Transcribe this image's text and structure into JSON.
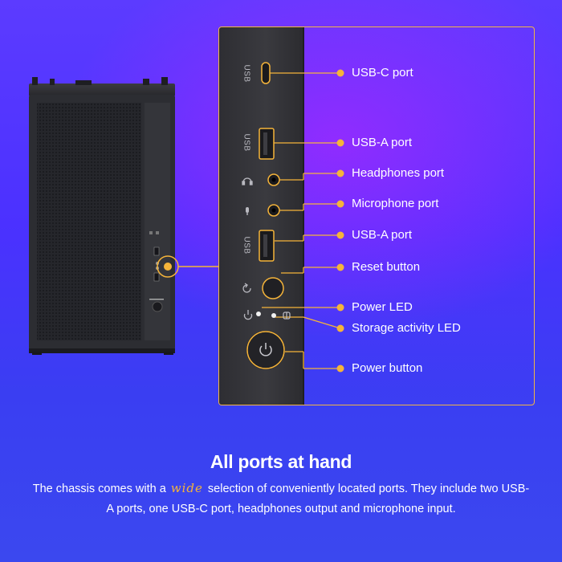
{
  "callouts": [
    {
      "id": "usb-c",
      "label": "USB-C port"
    },
    {
      "id": "usb-a-1",
      "label": "USB-A port"
    },
    {
      "id": "headphones",
      "label": "Headphones port"
    },
    {
      "id": "microphone",
      "label": "Microphone port"
    },
    {
      "id": "usb-a-2",
      "label": "USB-A port"
    },
    {
      "id": "reset",
      "label": "Reset button"
    },
    {
      "id": "power-led",
      "label": "Power LED"
    },
    {
      "id": "storage-led",
      "label": "Storage activity LED"
    },
    {
      "id": "power",
      "label": "Power button"
    }
  ],
  "panel_text": {
    "usb_c_tag": "USB",
    "usb_a_tag_1": "USB",
    "usb_a_tag_2": "USB"
  },
  "copy": {
    "headline": "All ports at hand",
    "body_before": "The chassis comes with a",
    "body_emph": "wide",
    "body_after": "selection of conveniently located ports. They include two USB-A ports, one USB-C port, headphones output and microphone input."
  },
  "colors": {
    "accent": "#f5b43a",
    "text": "#ffffff",
    "case": "#2f2f34"
  },
  "icons": [
    "headphones-icon",
    "microphone-icon",
    "reset-icon",
    "power-led-icon",
    "storage-led-icon",
    "power-icon"
  ]
}
